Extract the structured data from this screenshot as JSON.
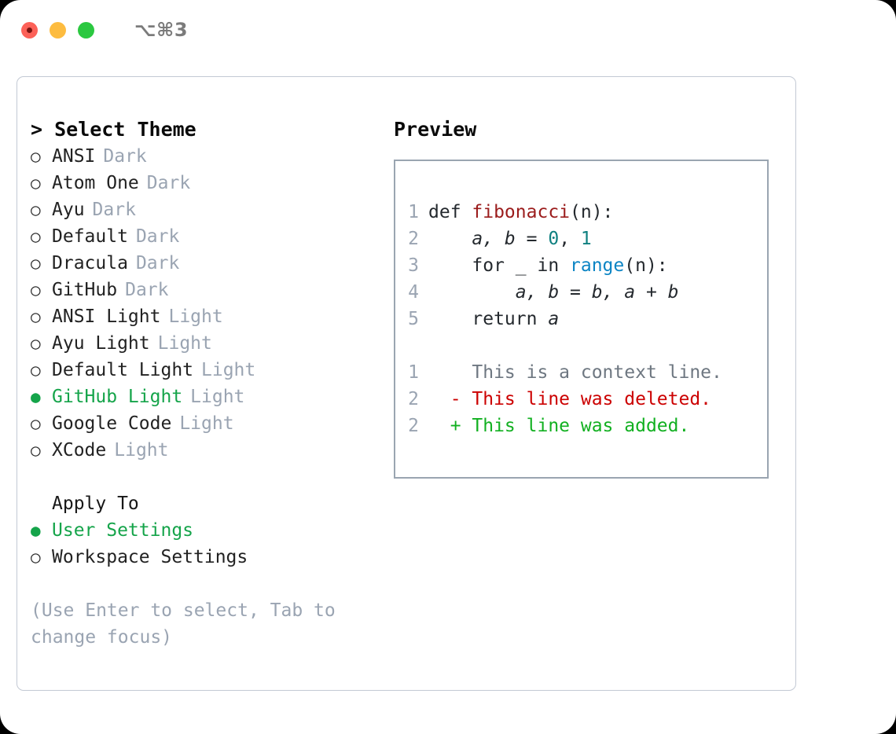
{
  "titlebar": {
    "shortcut": "⌥⌘3",
    "buttons": [
      {
        "name": "close",
        "color": "#fc6158"
      },
      {
        "name": "minimize",
        "color": "#fdbc40"
      },
      {
        "name": "zoom",
        "color": "#2bc840"
      }
    ]
  },
  "theme_list": {
    "header": "> Select Theme",
    "markers": {
      "selected": "●",
      "unselected": "○"
    },
    "selected_color": "#15a44a",
    "items": [
      {
        "marker": "○",
        "label": "ANSI",
        "variant": "Dark",
        "selected": false
      },
      {
        "marker": "○",
        "label": "Atom One",
        "variant": "Dark",
        "selected": false
      },
      {
        "marker": "○",
        "label": "Ayu",
        "variant": "Dark",
        "selected": false
      },
      {
        "marker": "○",
        "label": "Default",
        "variant": "Dark",
        "selected": false
      },
      {
        "marker": "○",
        "label": "Dracula",
        "variant": "Dark",
        "selected": false
      },
      {
        "marker": "○",
        "label": "GitHub",
        "variant": "Dark",
        "selected": false
      },
      {
        "marker": "○",
        "label": "ANSI Light",
        "variant": "Light",
        "selected": false
      },
      {
        "marker": "○",
        "label": "Ayu Light",
        "variant": "Light",
        "selected": false
      },
      {
        "marker": "○",
        "label": "Default Light",
        "variant": "Light",
        "selected": false
      },
      {
        "marker": "●",
        "label": "GitHub Light",
        "variant": "Light",
        "selected": true
      },
      {
        "marker": "○",
        "label": "Google Code",
        "variant": "Light",
        "selected": false
      },
      {
        "marker": "○",
        "label": "XCode",
        "variant": "Light",
        "selected": false
      }
    ]
  },
  "apply_to": {
    "header": "Apply To",
    "items": [
      {
        "marker": "●",
        "label": "User Settings",
        "selected": true
      },
      {
        "marker": "○",
        "label": "Workspace Settings",
        "selected": false
      }
    ]
  },
  "hint": "(Use Enter to select, Tab to change focus)",
  "preview": {
    "title": "Preview",
    "code_lines": [
      {
        "lno": "1",
        "tokens": [
          {
            "t": "def ",
            "c": "kw"
          },
          {
            "t": "fibonacci",
            "c": "fn"
          },
          {
            "t": "(n):",
            "c": "plain"
          }
        ]
      },
      {
        "lno": "2",
        "tokens": [
          {
            "t": "    ",
            "c": "plain"
          },
          {
            "t": "a, b",
            "c": "var"
          },
          {
            "t": " = ",
            "c": "plain"
          },
          {
            "t": "0",
            "c": "num"
          },
          {
            "t": ", ",
            "c": "plain"
          },
          {
            "t": "1",
            "c": "num"
          }
        ]
      },
      {
        "lno": "3",
        "tokens": [
          {
            "t": "    for _ in ",
            "c": "plain"
          },
          {
            "t": "range",
            "c": "call"
          },
          {
            "t": "(n):",
            "c": "plain"
          }
        ]
      },
      {
        "lno": "4",
        "tokens": [
          {
            "t": "        ",
            "c": "plain"
          },
          {
            "t": "a, b",
            "c": "var"
          },
          {
            "t": " = ",
            "c": "plain"
          },
          {
            "t": "b, a + b",
            "c": "var"
          }
        ]
      },
      {
        "lno": "5",
        "tokens": [
          {
            "t": "    return ",
            "c": "plain"
          },
          {
            "t": "a",
            "c": "var"
          }
        ]
      }
    ],
    "diff_lines": [
      {
        "lno": "1",
        "sign": " ",
        "text": " This is a context line.",
        "kind": "ctx"
      },
      {
        "lno": "2",
        "sign": "-",
        "text": " This line was deleted.",
        "kind": "del"
      },
      {
        "lno": "2",
        "sign": "+",
        "text": " This line was added.",
        "kind": "add"
      }
    ],
    "colors": {
      "function": "#9b1c1c",
      "call": "#0b84c4",
      "number": "#0f8080",
      "line_number": "#9aa4b2",
      "context": "#6e7781",
      "deleted": "#cc0000",
      "added": "#12b021",
      "border": "#9aa5b1"
    }
  }
}
